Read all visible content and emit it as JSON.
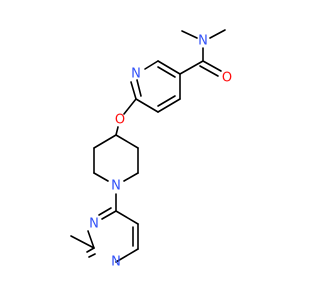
{
  "molecule": {
    "atoms": {
      "amide_n": "N",
      "carbonyl_o": "O",
      "pyridine_n": "N",
      "ether_o": "O",
      "piperidine_n": "N",
      "pyrimidine_n1": "N",
      "pyrimidine_n3": "N"
    },
    "colors": {
      "bond": "#000000",
      "nitrogen": "#3050F8",
      "oxygen": "#FF0D0D"
    }
  }
}
